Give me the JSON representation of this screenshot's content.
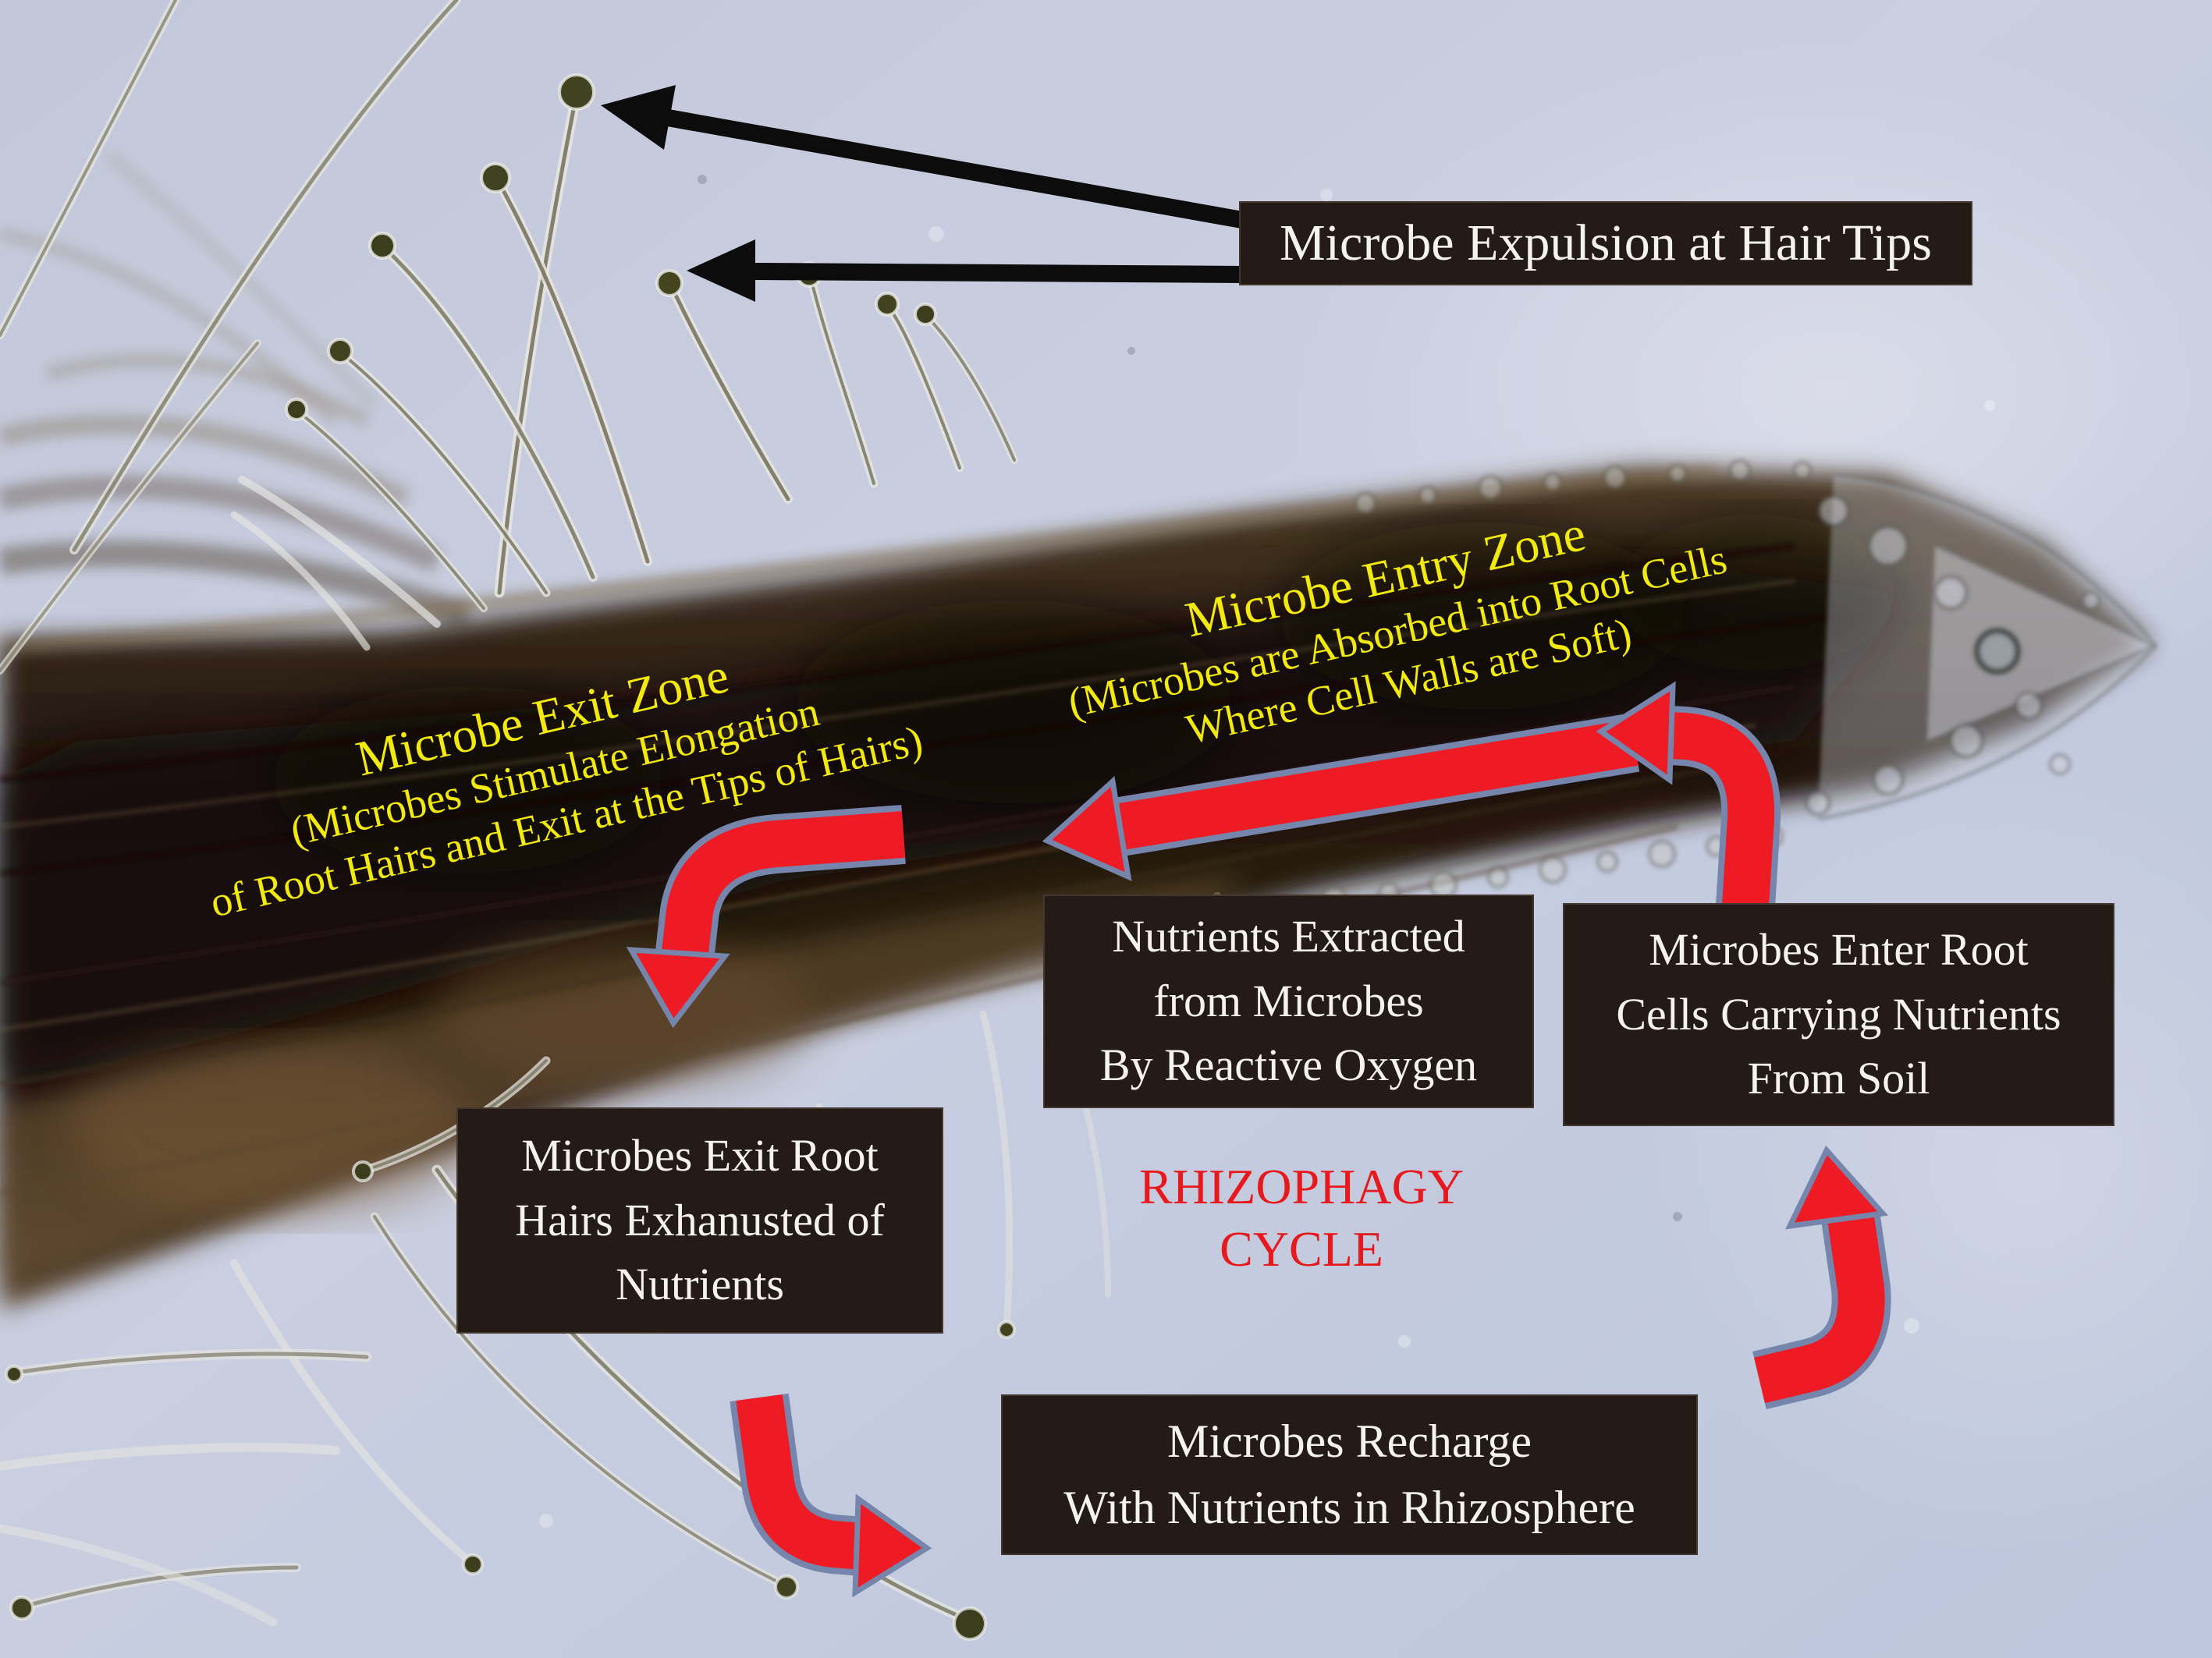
{
  "figure": {
    "title": "Rhizophagy cycle annotated root micrograph",
    "cycle_title": {
      "lines": [
        "RHIZOPHAGY",
        "CYCLE"
      ]
    },
    "boxes": {
      "expulsion": {
        "lines": [
          "Microbe Expulsion at Hair Tips"
        ]
      },
      "nutrients_extracted": {
        "lines": [
          "Nutrients Extracted",
          "from Microbes",
          "By Reactive Oxygen"
        ]
      },
      "microbes_enter": {
        "lines": [
          "Microbes Enter Root",
          "Cells Carrying Nutrients",
          "From Soil"
        ]
      },
      "microbes_exit": {
        "lines": [
          "Microbes Exit Root",
          "Hairs Exhanusted of",
          "Nutrients"
        ]
      },
      "microbes_recharge": {
        "lines": [
          "Microbes Recharge",
          "With Nutrients in Rhizosphere"
        ]
      }
    },
    "zones": {
      "exit": {
        "lines": [
          "Microbe Exit Zone",
          "(Microbes Stimulate Elongation",
          "of Root Hairs and Exit at the Tips of Hairs)"
        ]
      },
      "entry": {
        "lines": [
          "Microbe Entry Zone",
          "(Microbes are Absorbed into Root Cells",
          "Where Cell Walls are Soft)"
        ]
      }
    },
    "colors": {
      "box_background": "#251b16",
      "box_text": "#f6f3ef",
      "zone_text_yellow": "#f2ea0c",
      "cycle_text_red": "#e8191c",
      "arrow_red": "#ee1b24",
      "arrow_red_outline": "#7585ab",
      "arrow_black": "#0c0c0c",
      "background_tint": "#c5cbdd"
    }
  }
}
